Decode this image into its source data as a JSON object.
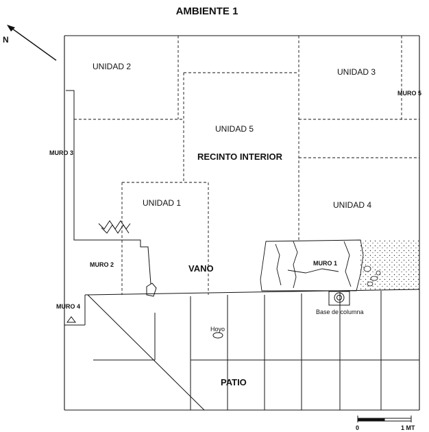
{
  "title": "AMBIENTE 1",
  "north": "N",
  "units": {
    "u1": "UNIDAD 1",
    "u2": "UNIDAD 2",
    "u3": "UNIDAD 3",
    "u4": "UNIDAD 4",
    "u5": "UNIDAD 5"
  },
  "zones": {
    "recinto": "RECINTO INTERIOR",
    "vano": "VANO",
    "patio": "PATIO"
  },
  "walls": {
    "m1": "MURO 1",
    "m2": "MURO 2",
    "m3": "MURO 3",
    "m4": "MURO 4",
    "m5": "MURO 5"
  },
  "features": {
    "hoyo": "Hoyo",
    "base": "Base de columna"
  },
  "scale": {
    "start": "0",
    "end": "1 MT"
  },
  "colors": {
    "line": "#111111",
    "background": "#ffffff"
  }
}
